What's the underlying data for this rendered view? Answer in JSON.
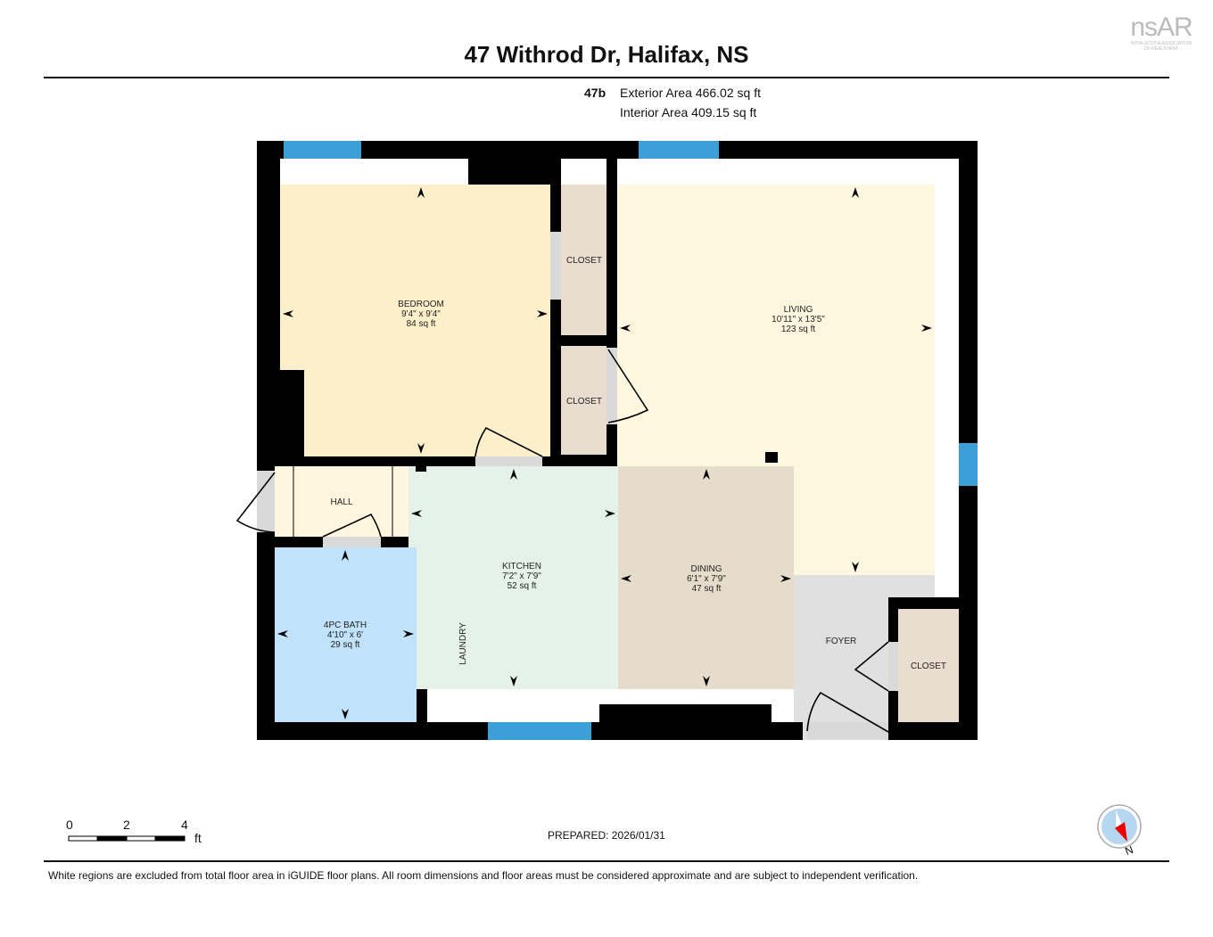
{
  "header": {
    "title": "47 Withrod Dr, Halifax, NS",
    "unit": "47b",
    "exterior_area": "Exterior Area 466.02 sq ft",
    "interior_area": "Interior Area 409.15 sq ft",
    "logo": {
      "main": "nsAR",
      "sub1": "NOVA SCOTIA ASSOCIATION",
      "sub2": "OF REALTORS®"
    }
  },
  "rooms": {
    "bedroom": {
      "name": "BEDROOM",
      "dims": "9'4\" x 9'4\"",
      "area": "84 sq ft",
      "color": "#fdefc9"
    },
    "closet1": {
      "name": "CLOSET",
      "color": "#e8ddcf"
    },
    "closet2": {
      "name": "CLOSET",
      "color": "#e8ddcf"
    },
    "living": {
      "name": "LIVING",
      "dims": "10'11\" x 13'5\"",
      "area": "123 sq ft",
      "color": "#fef7e0"
    },
    "hall": {
      "name": "HALL",
      "color": "#fef6df"
    },
    "kitchen": {
      "name": "KITCHEN",
      "dims": "7'2\" x 7'9\"",
      "area": "52 sq ft",
      "color": "#e5f2ea"
    },
    "laundry": {
      "name": "LAUNDRY"
    },
    "dining": {
      "name": "DINING",
      "dims": "6'1\" x 7'9\"",
      "area": "47 sq ft",
      "color": "#e6dccc"
    },
    "bath": {
      "name": "4PC BATH",
      "dims": "4'10\" x 6'",
      "area": "29 sq ft",
      "color": "#c0e2fa"
    },
    "foyer": {
      "name": "FOYER",
      "color": "#e0e0e0"
    },
    "closet3": {
      "name": "CLOSET",
      "color": "#e8ddcf"
    }
  },
  "colors": {
    "wall": "#000000",
    "window": "#3d9fd8",
    "opening": "#d9d9d9"
  },
  "scale": {
    "labels": [
      "0",
      "2",
      "4"
    ],
    "unit": "ft"
  },
  "compass": {
    "label": "N"
  },
  "footer": {
    "prepared": "PREPARED: 2026/01/31",
    "disclaimer": "White regions are excluded from total floor area in iGUIDE floor plans. All room dimensions and floor areas must be considered approximate and are subject to independent verification."
  }
}
